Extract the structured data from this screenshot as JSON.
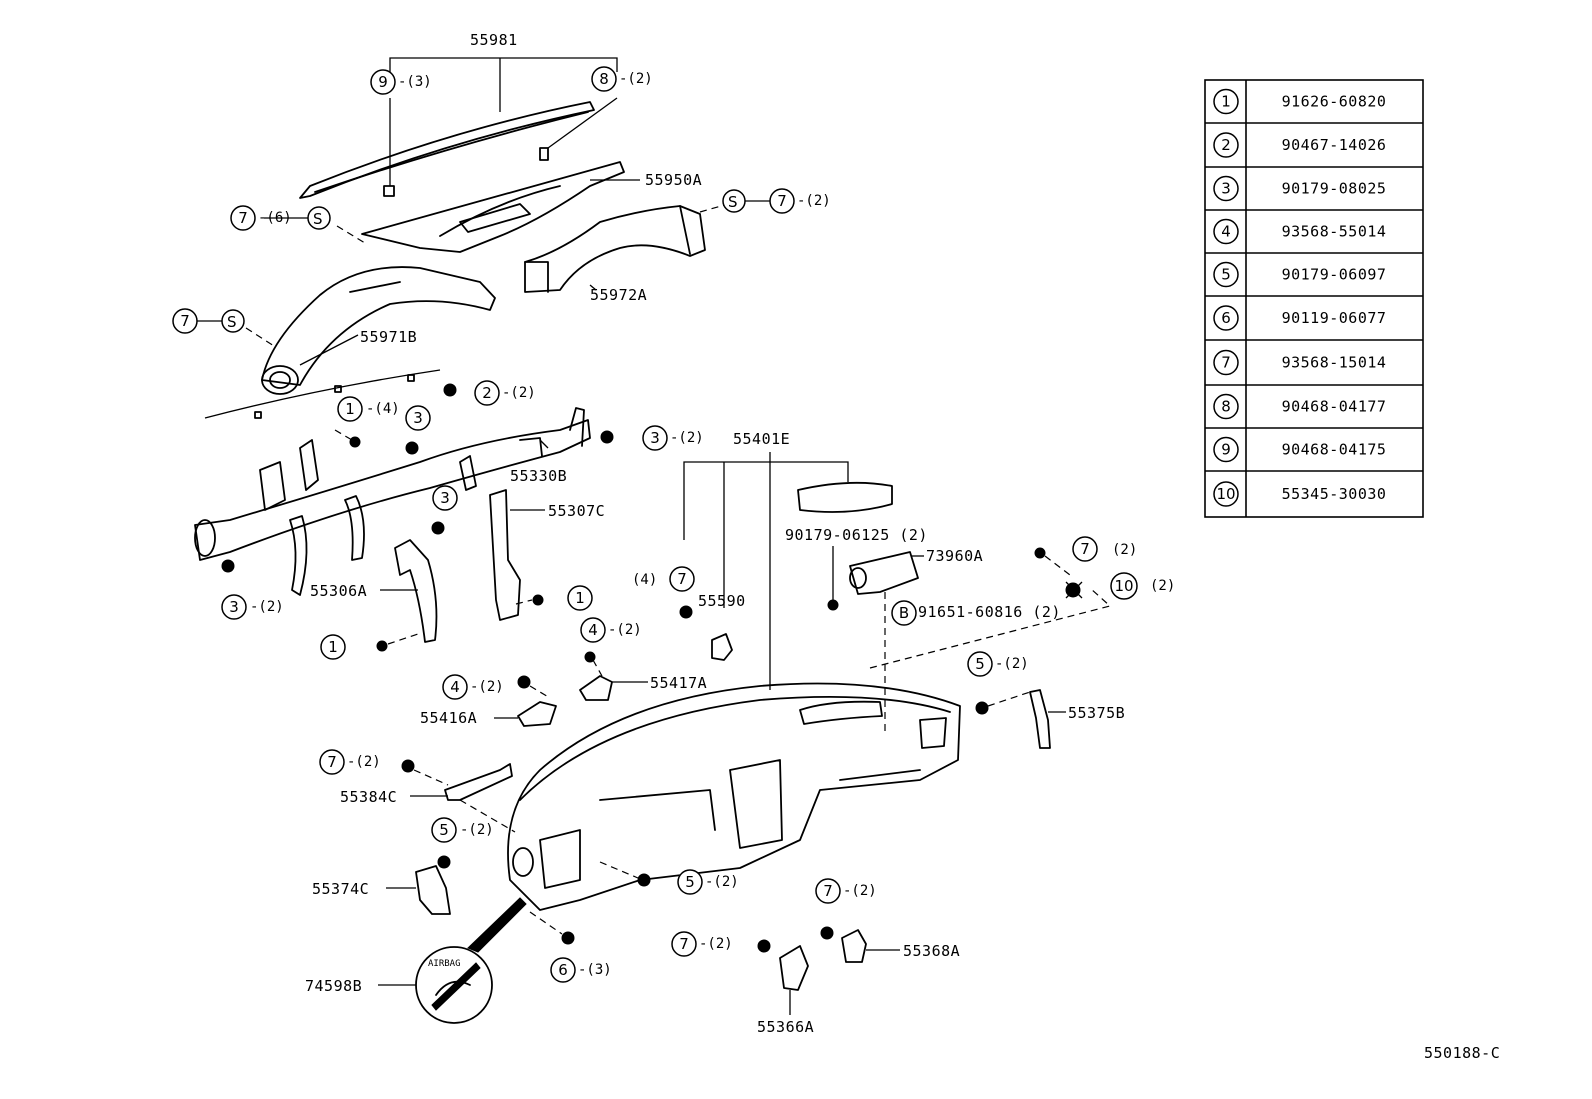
{
  "diagram_id": "550188-C",
  "part_labels": {
    "p55981": "55981",
    "p55950A": "55950A",
    "p55972A": "55972A",
    "p55971B": "55971B",
    "p55330B": "55330B",
    "p55307C": "55307C",
    "p55306A": "55306A",
    "p55401E": "55401E",
    "p90179_06125": "90179-06125 (2)",
    "p73960A": "73960A",
    "p91651_60816": "91651-60816 (2)",
    "p55590": "55590",
    "p55417A": "55417A",
    "p55416A": "55416A",
    "p55375B": "55375B",
    "p55384C": "55384C",
    "p55374C": "55374C",
    "p74598B": "74598B",
    "p55368A": "55368A",
    "p55366A": "55366A"
  },
  "callouts": {
    "c9_top": {
      "num": "9",
      "qty": "-(3)"
    },
    "c8_top": {
      "num": "8",
      "qty": "-(2)"
    },
    "c7_left_s": {
      "num": "7",
      "qty": "-(6)"
    },
    "c7_right_s": {
      "num": "7",
      "qty": "-(2)"
    },
    "c7_duct": {
      "num": "7",
      "qty": ""
    },
    "c2": {
      "num": "2",
      "qty": "-(2)"
    },
    "c1_a": {
      "num": "1",
      "qty": "-(4)"
    },
    "c3_a": {
      "num": "3",
      "qty": ""
    },
    "c3_b": {
      "num": "3",
      "qty": "-(2)"
    },
    "c3_c": {
      "num": "3",
      "qty": ""
    },
    "c3_d": {
      "num": "3",
      "qty": "-(2)"
    },
    "c1_b": {
      "num": "1",
      "qty": ""
    },
    "c1_c": {
      "num": "1",
      "qty": ""
    },
    "c7_55590": {
      "num": "7",
      "qty": "(4)"
    },
    "c4_a": {
      "num": "4",
      "qty": "-(2)"
    },
    "c4_b": {
      "num": "4",
      "qty": "-(2)"
    },
    "c7_airbag": {
      "num": "7",
      "qty": "(2)"
    },
    "c10": {
      "num": "10",
      "qty": "(2)"
    },
    "cB": {
      "num": "B",
      "qty": ""
    },
    "c5_a": {
      "num": "5",
      "qty": "-(2)"
    },
    "c7_384": {
      "num": "7",
      "qty": "-(2)"
    },
    "c5_b": {
      "num": "5",
      "qty": "-(2)"
    },
    "c5_c": {
      "num": "5",
      "qty": "-(2)"
    },
    "c6": {
      "num": "6",
      "qty": "-(3)"
    },
    "c7_366": {
      "num": "7",
      "qty": "-(2)"
    },
    "c7_368": {
      "num": "7",
      "qty": "-(2)"
    }
  },
  "s_marks": [
    "S",
    "S",
    "S"
  ],
  "airbag_text": "AIRBAG",
  "parts_table": [
    {
      "num": "1",
      "part": "91626-60820"
    },
    {
      "num": "2",
      "part": "90467-14026"
    },
    {
      "num": "3",
      "part": "90179-08025"
    },
    {
      "num": "4",
      "part": "93568-55014"
    },
    {
      "num": "5",
      "part": "90179-06097"
    },
    {
      "num": "6",
      "part": "90119-06077"
    },
    {
      "num": "7",
      "part": "93568-15014"
    },
    {
      "num": "8",
      "part": "90468-04177"
    },
    {
      "num": "9",
      "part": "90468-04175"
    },
    {
      "num": "10",
      "part": "55345-30030"
    }
  ]
}
